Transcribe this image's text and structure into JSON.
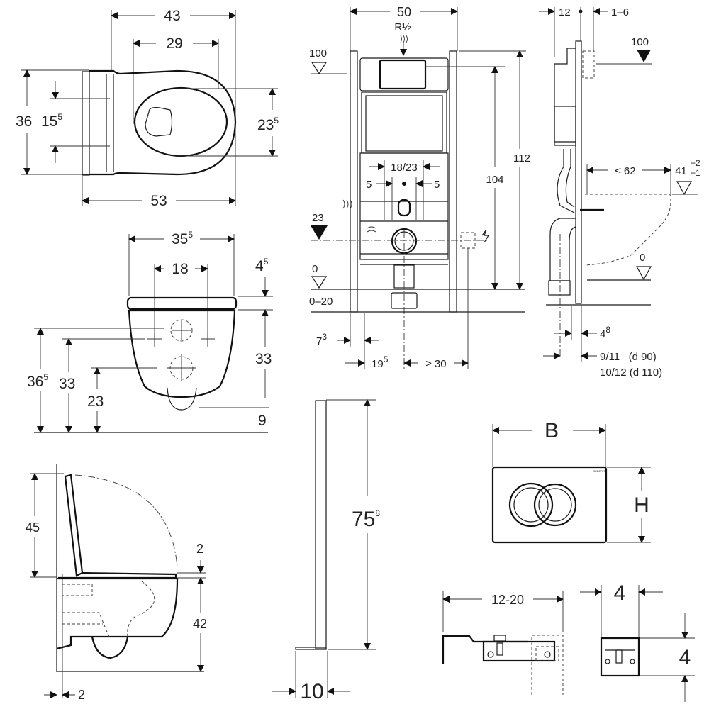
{
  "title": "Wall-hung WC installation dimensions diagram",
  "units": "cm",
  "colors": {
    "line": "#1a1a1a",
    "background": "#ffffff"
  },
  "toilet_top_view": {
    "width_overall": "43",
    "width_inner": "29",
    "depth_overall": "53",
    "height_total": "36",
    "fixing_spacing": "15",
    "fixing_spacing_sup": "5",
    "bowl_opening": "23",
    "bowl_opening_sup": "5"
  },
  "frame_front_view": {
    "frame_width": "50",
    "water_connection": "R½",
    "level_top": "100",
    "level_outlet": "23",
    "level_floor": "0",
    "floor_range": "0–20",
    "height_total": "112",
    "height_actuator": "104",
    "bolt_spacing": "18/23",
    "offset_left": "5",
    "offset_right": "5",
    "leg_offset": "7",
    "leg_offset_sup": "3",
    "center_offset": "19",
    "center_offset_sup": "5",
    "electrical_min": "≥ 30"
  },
  "frame_side_view": {
    "depth": "12",
    "wall_gap": "1–6",
    "level_top": "100",
    "projection_max": "≤ 62",
    "seat_height": "41",
    "seat_tol_plus": "+2",
    "seat_tol_minus": "−1",
    "level_floor": "0",
    "offset_small": "4",
    "offset_small_sup": "8",
    "pipe_offset_d90": "9/11   (d 90)",
    "pipe_offset_d110": "10/12 (d 110)"
  },
  "toilet_front_view": {
    "width": "35",
    "width_sup": "5",
    "bolt_spacing": "18",
    "seat_thickness": "4",
    "seat_thickness_sup": "5",
    "bowl_height": "33",
    "inlet_height": "36",
    "inlet_height_sup": "5",
    "bolt_height": "33",
    "outlet_height": "23",
    "clipped_label": "9"
  },
  "toilet_side_view": {
    "lid_height": "45",
    "seat_gap": "2",
    "bowl_height": "42",
    "wall_gap": "2"
  },
  "support_leg": {
    "height": "75",
    "height_sup": "8",
    "foot_width": "10"
  },
  "flush_plate": {
    "width_label": "B",
    "height_label": "H",
    "brand": "GEBERIT"
  },
  "bracket": {
    "length_range": "12-20",
    "width": "4",
    "height": "4"
  }
}
